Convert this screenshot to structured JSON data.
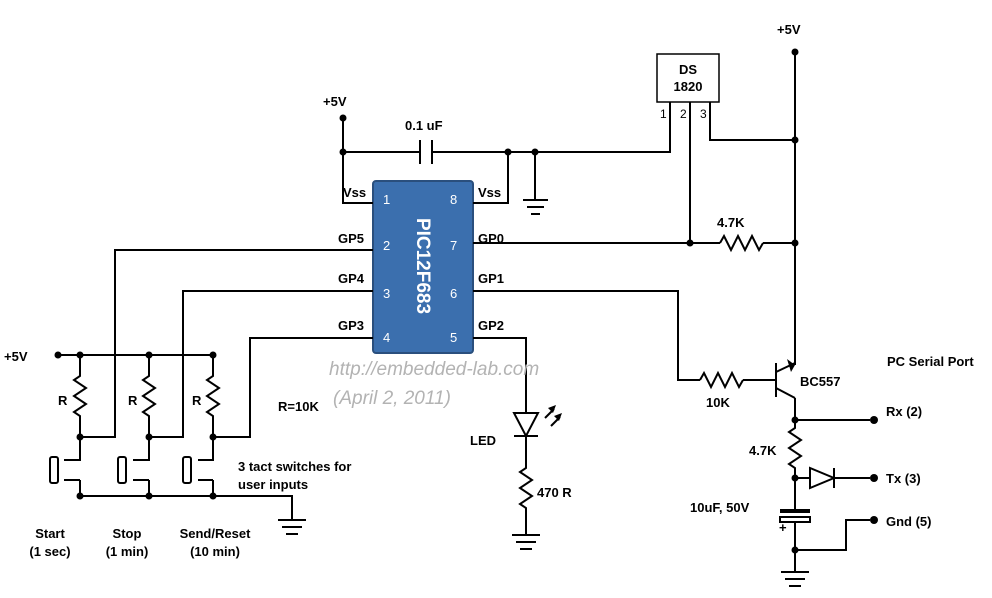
{
  "chip": {
    "name": "PIC12F683",
    "pins": [
      "1",
      "2",
      "3",
      "4",
      "5",
      "6",
      "7",
      "8"
    ],
    "left_names": [
      "Vss",
      "GP5",
      "GP4",
      "GP3"
    ],
    "right_names": [
      "Vss",
      "GP0",
      "GP1",
      "GP2"
    ]
  },
  "sensor": {
    "name1": "DS",
    "name2": "1820",
    "pins": [
      "1",
      "2",
      "3"
    ]
  },
  "labels": {
    "vcc_cap": "+5V",
    "vcc_sensor": "+5V",
    "vcc_switches": "+5V",
    "cap": "0.1 uF",
    "r_pullup": "4.7K",
    "r_base": "10K",
    "transistor": "BC557",
    "r_tx": "4.7K",
    "cap_elec": "10uF, 50V",
    "cap_plus": "+",
    "led": "LED",
    "r_led": "470 R",
    "r_eq": "R=10K",
    "r1": "R",
    "r2": "R",
    "r3": "R",
    "switch_note1": "3 tact switches for",
    "switch_note2": "user inputs",
    "serial_port": "PC Serial Port",
    "rx": "Rx (2)",
    "tx": "Tx (3)",
    "gnd": "Gnd (5)",
    "sw_start1": "Start",
    "sw_start2": "(1 sec)",
    "sw_stop1": "Stop",
    "sw_stop2": "(1 min)",
    "sw_send1": "Send/Reset",
    "sw_send2": "(10 min)"
  },
  "watermark": {
    "url": "http://embedded-lab.com",
    "date": "(April 2, 2011)"
  },
  "colors": {
    "chip_fill": "#3b6fae",
    "chip_stroke": "#2a4f7d",
    "wire": "#000000",
    "watermark": "#b3b3b3"
  }
}
